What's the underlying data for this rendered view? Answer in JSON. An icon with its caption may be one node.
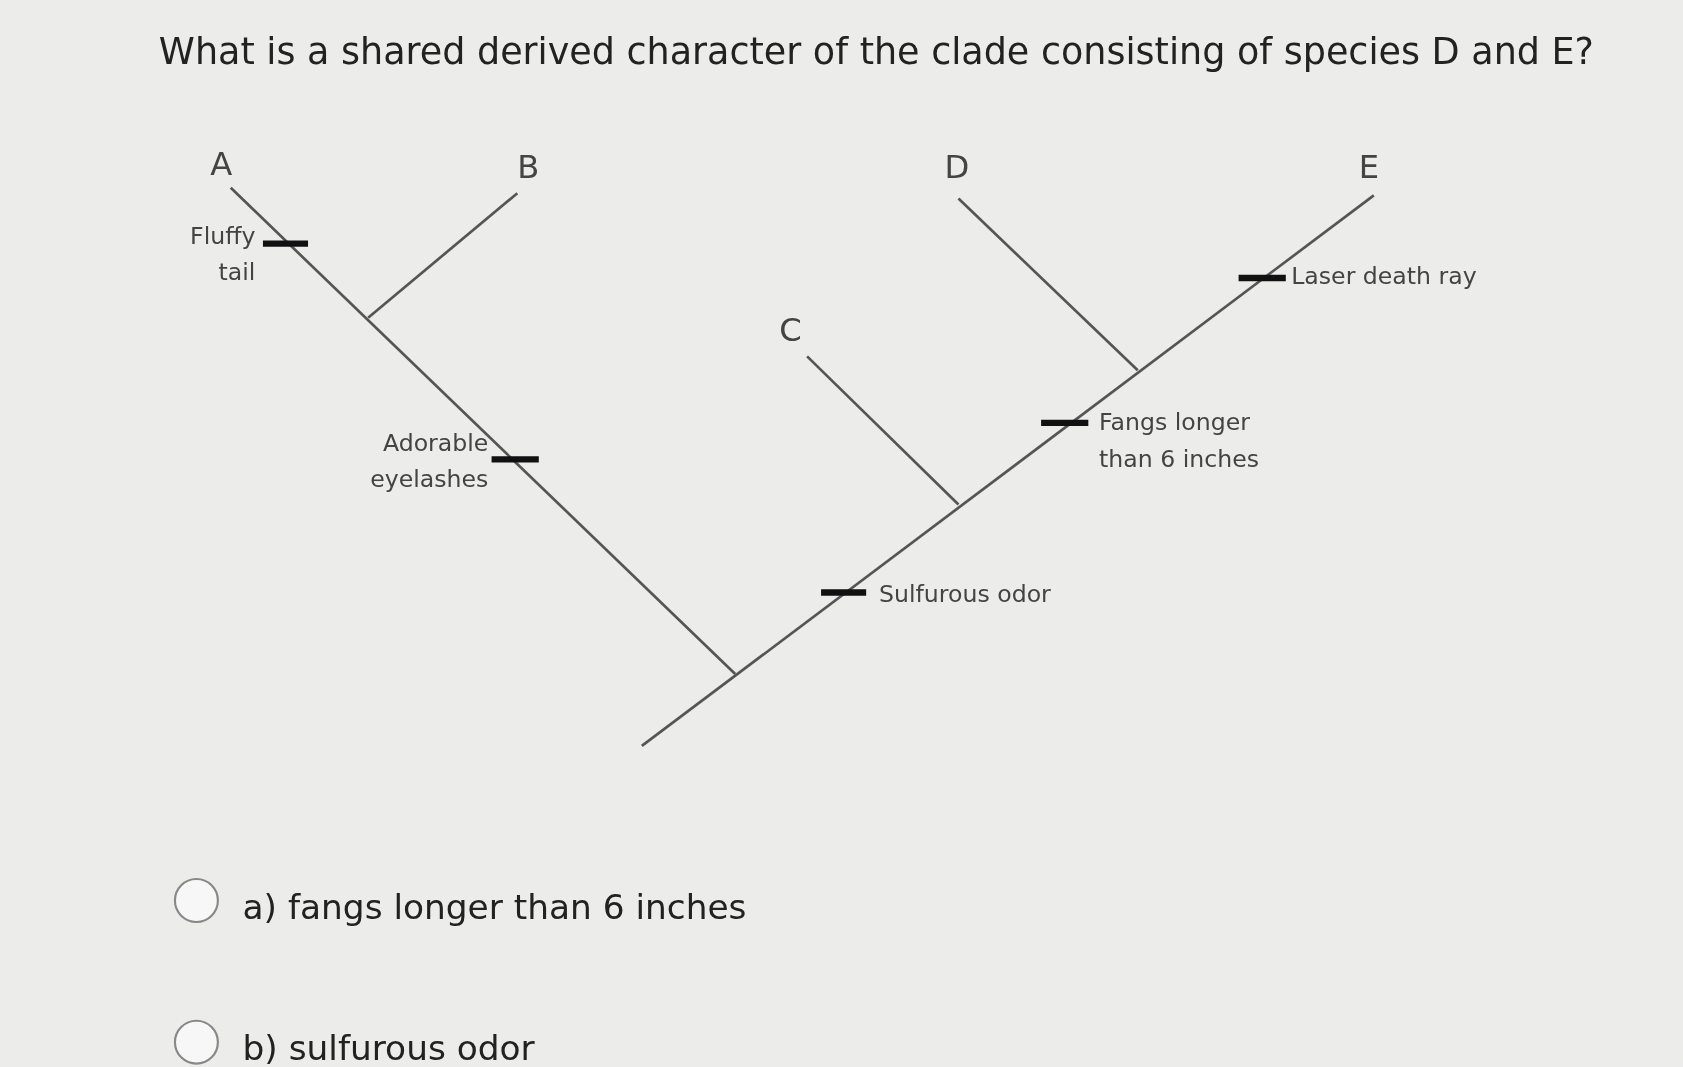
{
  "diagram": {
    "title": "What is a shared derived character of the clade consisting of species D and E?",
    "labels": [
      "A",
      "B",
      "D",
      "E",
      "Fluffy tail",
      "Laser death ray",
      "C",
      "Adorable eyelashes",
      "Fangs longer than 6 inches",
      "Sulfurous odor",
      "a) fangs longer than 6 inches",
      "b) sulfurous odor"
    ]
  }
}
